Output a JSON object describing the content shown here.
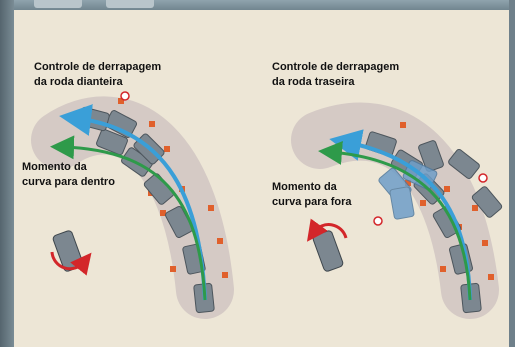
{
  "left_diagram": {
    "title": "Controle de derrapagem\nda roda dianteira",
    "moment_label": "Momento da\ncurva para dentro"
  },
  "right_diagram": {
    "title": "Controle de derrapagem\nda roda traseira",
    "moment_label": "Momento da\ncurva para fora"
  },
  "colors": {
    "background": "#ede6d6",
    "road_band": "#d2c6c3",
    "path_blue": "#3a9fd8",
    "path_green": "#2e9a4a",
    "marker_orange": "#e0602c",
    "car_body": "#7c8790",
    "car_blue": "#6f9ec8",
    "rotation_arrow": "#d3262a"
  }
}
